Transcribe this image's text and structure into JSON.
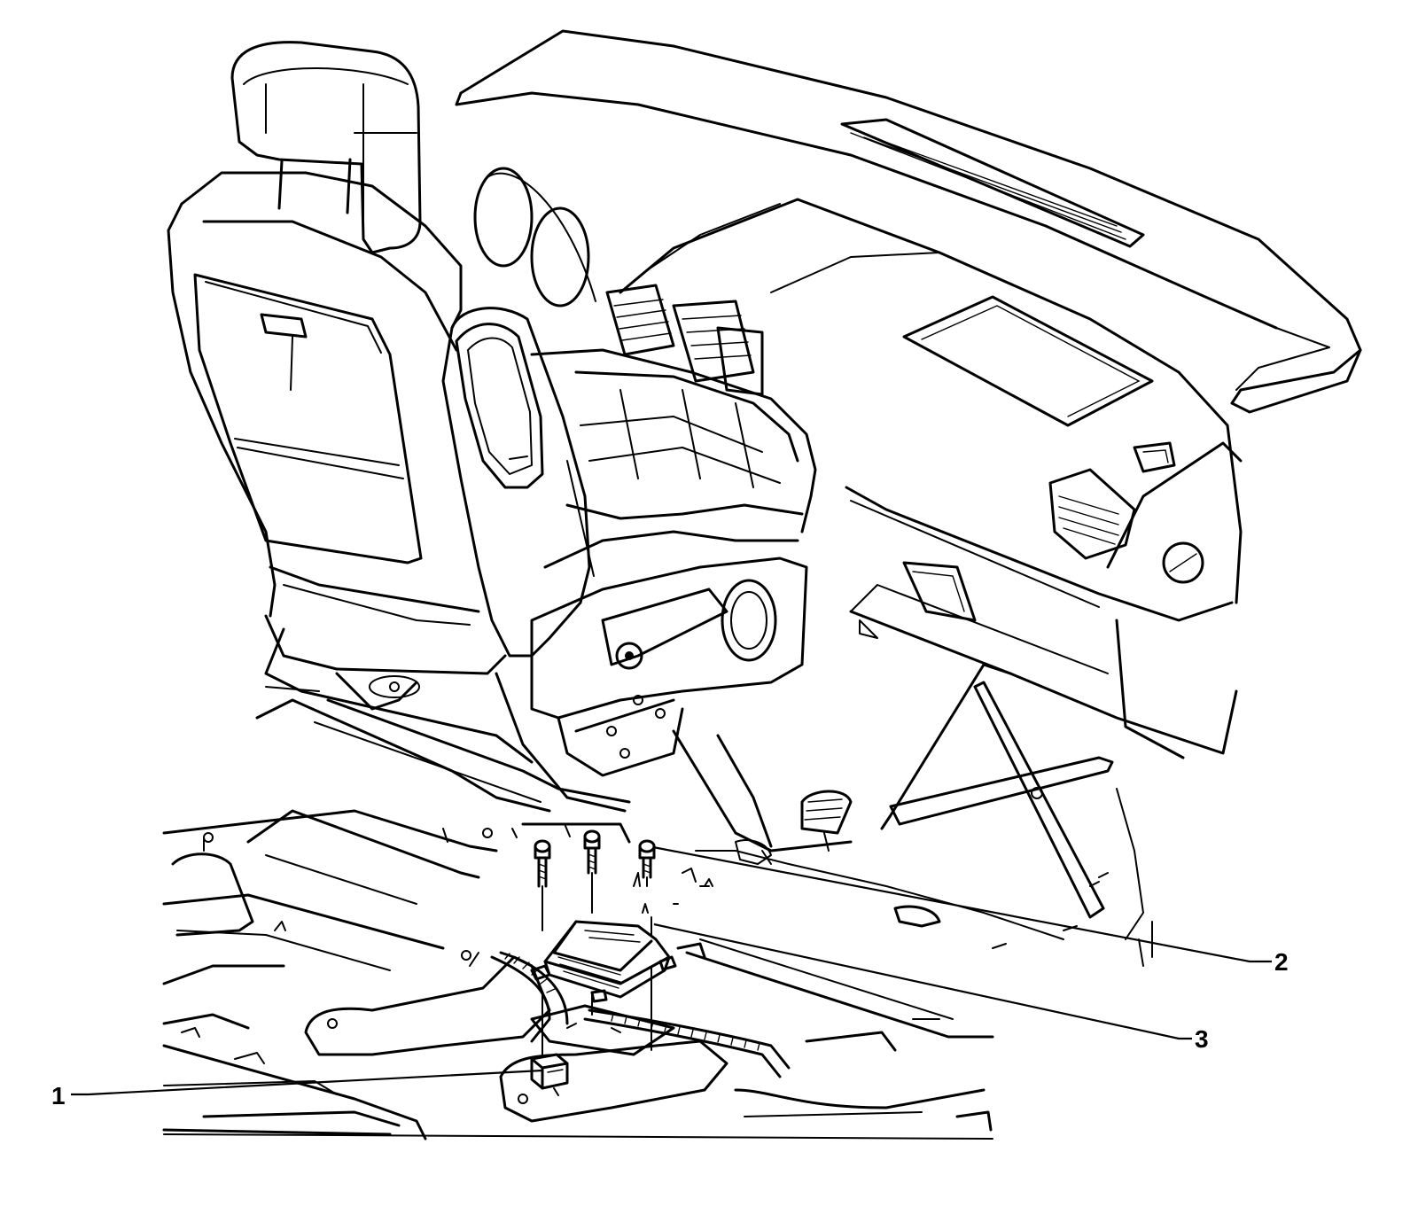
{
  "diagram": {
    "callouts": [
      {
        "id": "1",
        "label": "1",
        "part": "connector"
      },
      {
        "id": "2",
        "label": "2",
        "part": "bolts"
      },
      {
        "id": "3",
        "label": "3",
        "part": "module"
      }
    ]
  },
  "colors": {
    "line": "#000000",
    "background": "#ffffff"
  }
}
